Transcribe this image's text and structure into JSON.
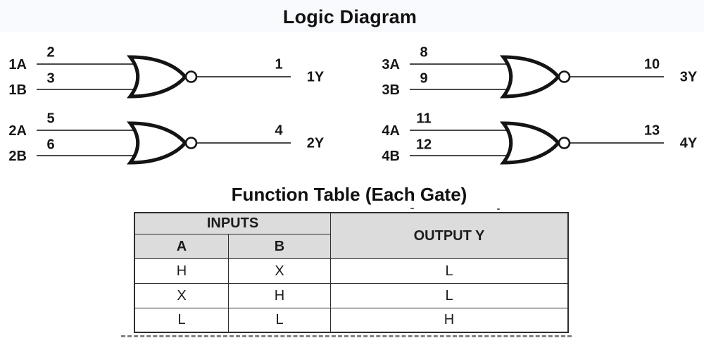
{
  "titles": {
    "main": "Logic Diagram",
    "table": "Function Table (Each Gate)"
  },
  "gates": [
    {
      "a_name": "1A",
      "a_pin": "2",
      "b_name": "1B",
      "b_pin": "3",
      "y_pin": "1",
      "y_name": "1Y"
    },
    {
      "a_name": "2A",
      "a_pin": "5",
      "b_name": "2B",
      "b_pin": "6",
      "y_pin": "4",
      "y_name": "2Y"
    },
    {
      "a_name": "3A",
      "a_pin": "8",
      "b_name": "3B",
      "b_pin": "9",
      "y_pin": "10",
      "y_name": "3Y"
    },
    {
      "a_name": "4A",
      "a_pin": "11",
      "b_name": "4B",
      "b_pin": "12",
      "y_pin": "13",
      "y_name": "4Y"
    }
  ],
  "function_table": {
    "inputs_header": "INPUTS",
    "output_header": "OUTPUT Y",
    "col_a": "A",
    "col_b": "B",
    "rows": [
      {
        "a": "H",
        "b": "X",
        "y": "L"
      },
      {
        "a": "X",
        "b": "H",
        "y": "L"
      },
      {
        "a": "L",
        "b": "L",
        "y": "H"
      }
    ]
  },
  "colors": {
    "top_strip_bg": "#f9fafd",
    "gate_stroke": "#141414",
    "wire": "#4a4a4a",
    "table_header_bg": "#dcdcdc",
    "table_border": "#2e2e2e"
  }
}
